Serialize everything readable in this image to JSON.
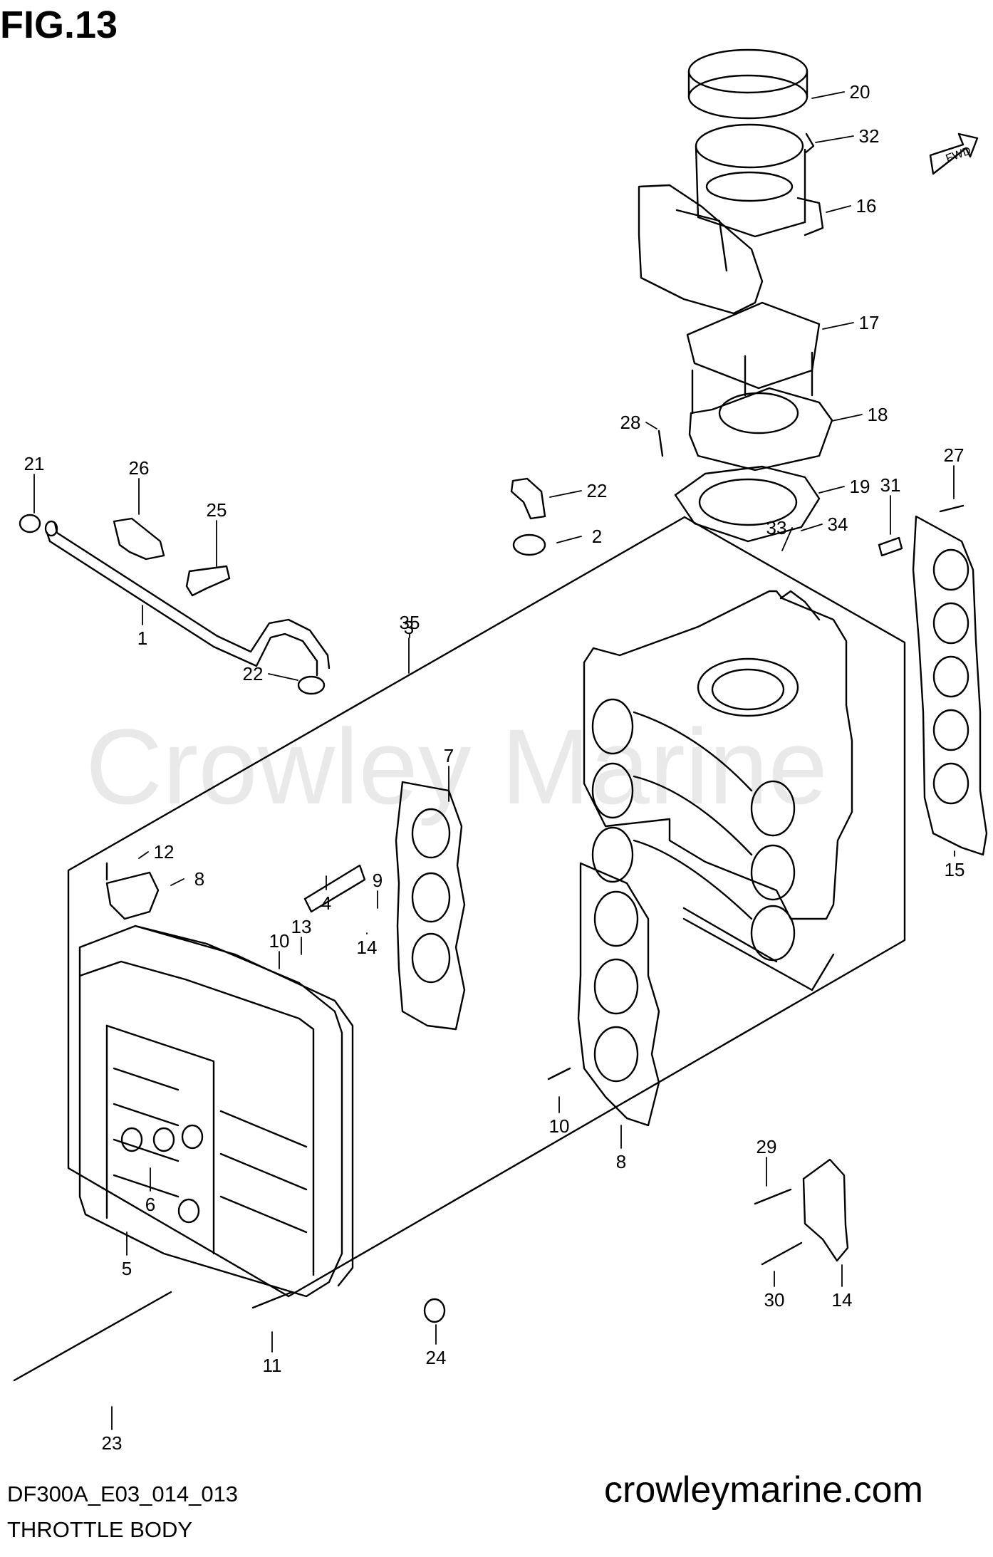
{
  "header": {
    "figure_title": "FIG.13"
  },
  "footer": {
    "diagram_code": "DF300A_E03_014_013",
    "diagram_name": "THROTTLE BODY"
  },
  "branding": {
    "site_url": "crowleymarine.com",
    "watermark": "Crowley Marine"
  },
  "direction_badge": {
    "label": "FWD"
  },
  "colors": {
    "line": "#000000",
    "background": "#ffffff",
    "watermark": "#e9e9e9"
  },
  "callouts": [
    "1",
    "2",
    "3",
    "4",
    "5",
    "6",
    "7",
    "8",
    "8",
    "9",
    "10",
    "10",
    "11",
    "12",
    "13",
    "14",
    "14",
    "15",
    "16",
    "17",
    "18",
    "19",
    "20",
    "21",
    "22",
    "22",
    "23",
    "24",
    "25",
    "26",
    "27",
    "28",
    "29",
    "30",
    "31",
    "32",
    "33",
    "34",
    "35"
  ]
}
